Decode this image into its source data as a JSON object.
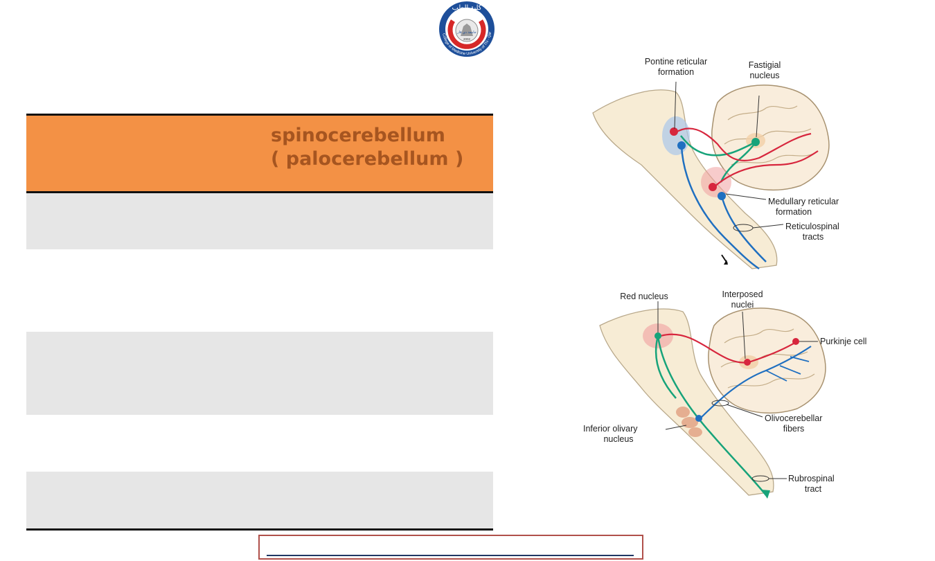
{
  "logo": {
    "arabic_top": "كلية الطب",
    "arabic_center": "جامعة ذي قار",
    "year": "2002",
    "ring_text": "College of Medicine University of Thi - Qar"
  },
  "table": {
    "header_line1": "spinocerebellum",
    "header_line2": "( palocerebellum )"
  },
  "figure1": {
    "labels": {
      "pontine1": "Pontine reticular",
      "pontine2": "formation",
      "fastigial1": "Fastigial",
      "fastigial2": "nucleus",
      "medullary1": "Medullary reticular",
      "medullary2": "formation",
      "reticulo1": "Reticulospinal",
      "reticulo2": "tracts"
    }
  },
  "figure2": {
    "labels": {
      "red": "Red nucleus",
      "interposed1": "Interposed",
      "interposed2": "nuclei",
      "purkinje": "Purkinje cell",
      "olivo1": "Olivocerebellar",
      "olivo2": "fibers",
      "inferior1": "Inferior olivary",
      "inferior2": "nucleus",
      "rubro1": "Rubrospinal",
      "rubro2": "tract"
    }
  },
  "colors": {
    "header_bg": "#f39145",
    "header_text": "#a65520",
    "row_shade": "#e6e6e6",
    "red_pathway": "#d7263d",
    "blue_pathway": "#1f6fc0",
    "green_pathway": "#17a37a",
    "footer_border": "#b0504a",
    "footer_line": "#1f3864"
  }
}
